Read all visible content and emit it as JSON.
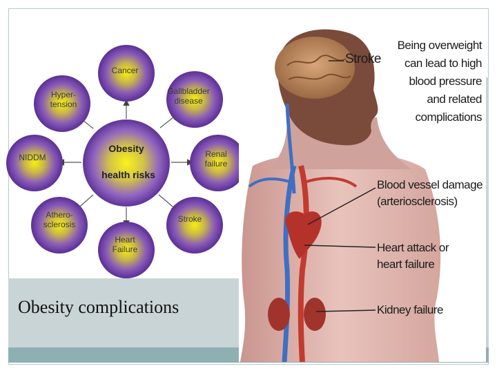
{
  "caption": "Obesity complications",
  "diagram": {
    "center": {
      "line1": "Obesity",
      "line2": "health risks"
    },
    "nodes": [
      {
        "id": "cancer",
        "lines": [
          "Cancer"
        ]
      },
      {
        "id": "gallbladder",
        "lines": [
          "Gallbladder",
          "disease"
        ]
      },
      {
        "id": "renal",
        "lines": [
          "Renal",
          "failure"
        ]
      },
      {
        "id": "stroke",
        "lines": [
          "Stroke"
        ]
      },
      {
        "id": "heart",
        "lines": [
          "Heart",
          "Failure"
        ]
      },
      {
        "id": "athero",
        "lines": [
          "Athero-",
          "sclerosis"
        ]
      },
      {
        "id": "niddm",
        "lines": [
          "NIDDM"
        ]
      },
      {
        "id": "hypertension",
        "lines": [
          "Hyper-",
          "tension"
        ]
      }
    ]
  },
  "illustration": {
    "stroke_label": "Stroke",
    "overweight_note": [
      "Being overweight",
      "can lead to high",
      "blood pressure",
      "and related",
      "complications"
    ],
    "vessel_label": [
      "Blood vessel damage",
      "(arteriosclerosis)"
    ],
    "heart_label": [
      "Heart attack or",
      "heart failure"
    ],
    "kidney_label": "Kidney failure"
  },
  "colors": {
    "circle_outer": "#6a3fa0",
    "circle_glow": "#f2e600",
    "bottom_panel": "#c9d4d6",
    "bottom_strip": "#8fb0b3"
  }
}
